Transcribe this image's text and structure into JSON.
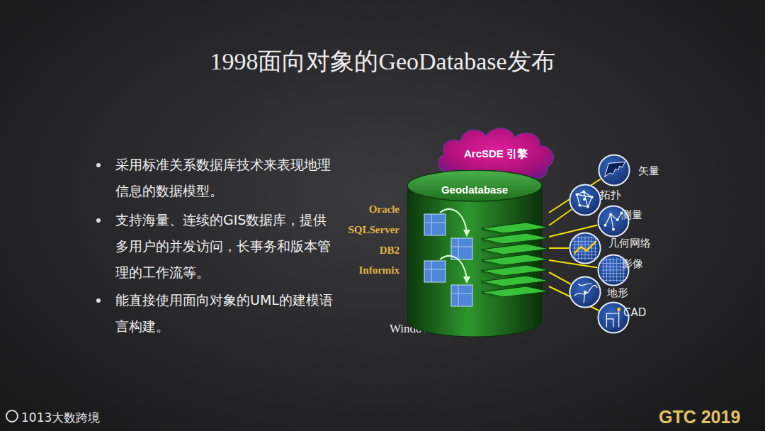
{
  "diagram": {
    "title": "1998面向对象的GeoDatabase发布",
    "nodes": [
      {
        "text": [
          "ArcSDE 引擎"
        ]
      },
      {
        "text": [
          "Geodatabase"
        ]
      },
      {
        "text": [
          "矢量"
        ]
      },
      {
        "text": [
          "拓扑"
        ]
      },
      {
        "text": [
          "测量"
        ]
      },
      {
        "text": [
          "几何网络"
        ]
      },
      {
        "text": [
          "影像"
        ]
      },
      {
        "text": [
          "地形"
        ]
      },
      {
        "text": [
          "CAD"
        ]
      }
    ],
    "edges": [
      {
        "from": 1,
        "to": 2,
        "arrow": "none"
      },
      {
        "from": 1,
        "to": 3,
        "arrow": "none"
      },
      {
        "from": 1,
        "to": 4,
        "arrow": "none"
      },
      {
        "from": 1,
        "to": 5,
        "arrow": "none"
      },
      {
        "from": 1,
        "to": 6,
        "arrow": "none"
      },
      {
        "from": 1,
        "to": 7,
        "arrow": "none"
      },
      {
        "from": 1,
        "to": 8,
        "arrow": "none"
      }
    ],
    "labels": [
      "采用标准关系数据库技术来表现地理信息的数据模型。",
      "支持海量、连续的GIS数据库，提供多用户的并发访问，长事务和版本管理的工作流等。",
      "能直接使用面向对象的UML的建模语言构建。",
      "Oracle",
      "SQLServer",
      "DB2",
      "Informix",
      "Windows, Unix， Linux",
      "1013大数跨境",
      "GTC 2019"
    ]
  }
}
